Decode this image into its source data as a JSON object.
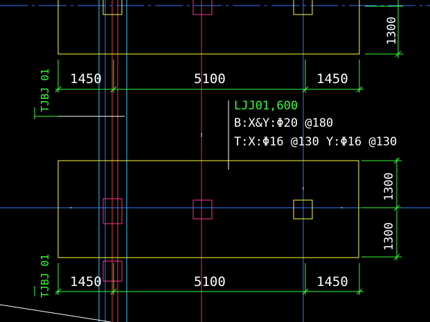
{
  "drawing": {
    "colors": {
      "background": "#000000",
      "footing_outline": "#ffff33",
      "pile_cap_yellow": "#ffff33",
      "pile_cap_magenta": "#ff3399",
      "axis_blue": "#3377ff",
      "axis_cyan": "#33ccff",
      "axis_red": "#ff3333",
      "dimension_green": "#33ff33",
      "text_white": "#ffffff"
    },
    "top_footing": {
      "dim_left": "1450",
      "dim_mid": "5100",
      "dim_right": "1450",
      "dim_vertical": "1300"
    },
    "bottom_footing": {
      "dim_left": "1450",
      "dim_mid": "5100",
      "dim_right": "1450",
      "dim_vertical_top": "1300",
      "dim_vertical_bottom": "1300"
    },
    "section_label_top": "TJBJ 01",
    "section_label_bottom": "TJBJ 01",
    "annotation": {
      "title": "LJJ01,600",
      "line1": "B:X&Y:Φ20 @180",
      "line2": "T:X:Φ16 @130    Y:Φ16 @130"
    }
  }
}
